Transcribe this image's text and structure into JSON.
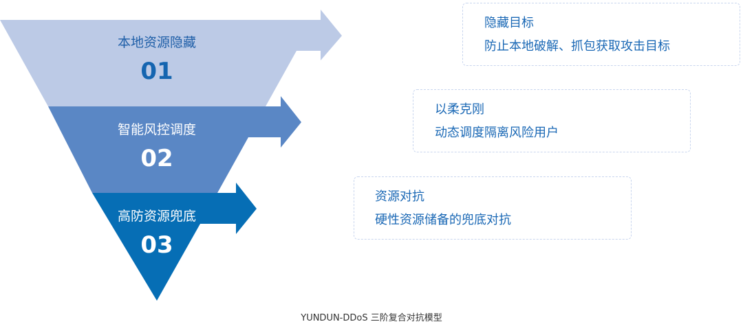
{
  "stages": [
    {
      "title": "本地资源隐藏",
      "number": "01",
      "color": "#BCCAE6",
      "text_color": "#1F5FA8",
      "box": {
        "heading": "隐藏目标",
        "description": "防止本地破解、抓包获取攻击目标"
      }
    },
    {
      "title": "智能风控调度",
      "number": "02",
      "color": "#5A87C5",
      "text_color": "#FFFFFF",
      "box": {
        "heading": "以柔克刚",
        "description": "动态调度隔离风险用户"
      }
    },
    {
      "title": "高防资源兜底",
      "number": "03",
      "color": "#066EB5",
      "text_color": "#FFFFFF",
      "box": {
        "heading": "资源对抗",
        "description": "硬性资源储备的兜底对抗"
      }
    }
  ],
  "caption": "YUNDUN-DDoS 三阶复合对抗模型"
}
